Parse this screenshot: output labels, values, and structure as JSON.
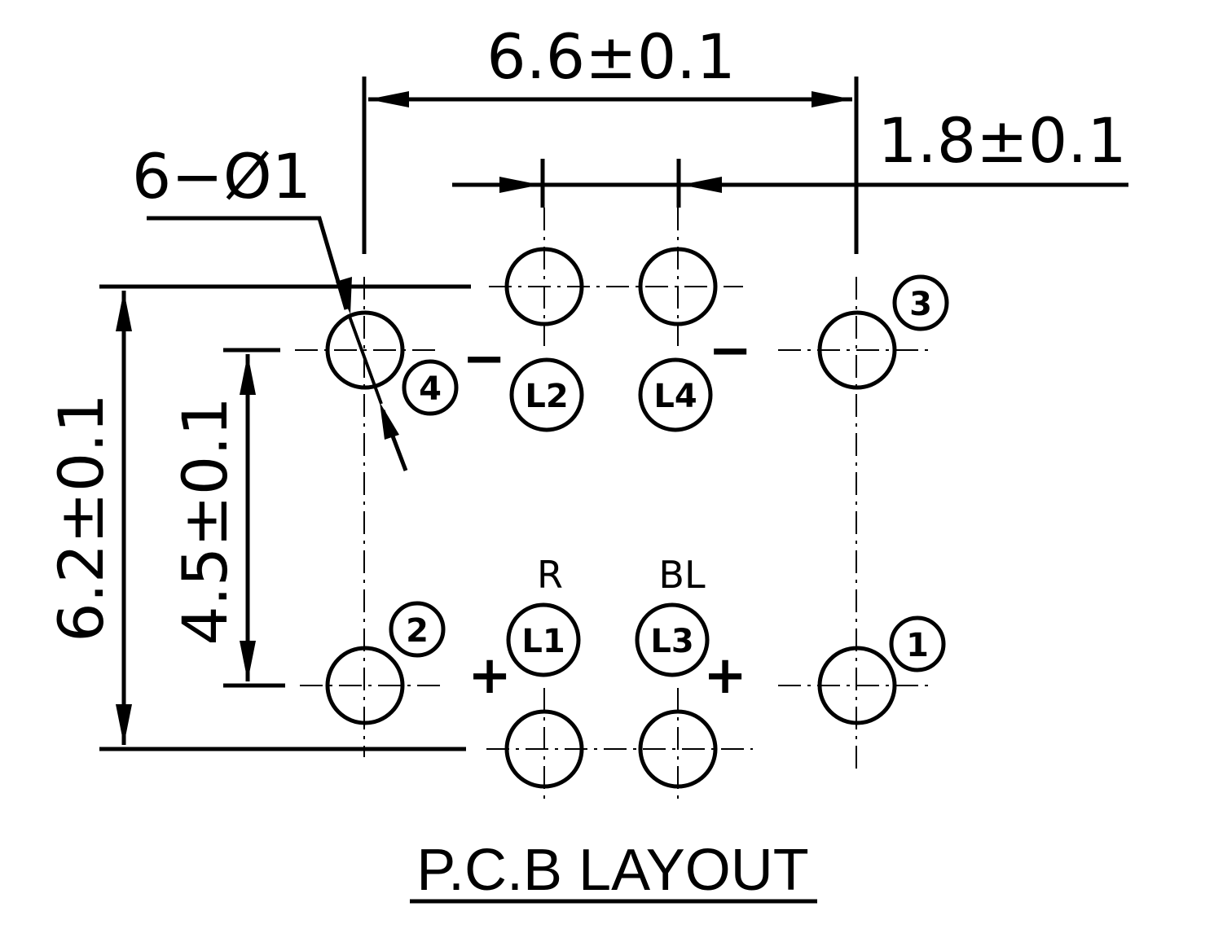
{
  "dimensions": {
    "width_total": "6.6±0.1",
    "offset_right": "1.8±0.1",
    "height_total": "6.2±0.1",
    "height_inner": "4.5±0.1",
    "hole_spec": "6−Ø1"
  },
  "pins": {
    "p1": "1",
    "p2": "2",
    "p3": "3",
    "p4": "4"
  },
  "leds": {
    "l1": "L1",
    "l2": "L2",
    "l3": "L3",
    "l4": "L4"
  },
  "colors": {
    "r": "R",
    "bl": "BL"
  },
  "polarity": {
    "minus": "−",
    "plus": "+"
  },
  "title": "P.C.B LAYOUT"
}
